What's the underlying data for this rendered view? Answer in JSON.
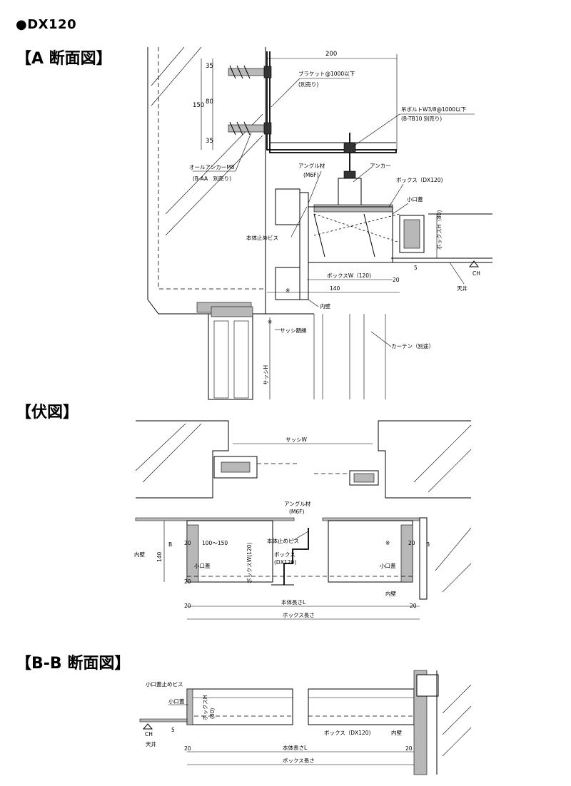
{
  "header": {
    "product": "●DX120",
    "section_a": "【A 断面図】",
    "section_plan": "【伏図】",
    "section_bb": "【B-B 断面図】"
  },
  "section_a": {
    "dim_200": "200",
    "dim_150": "150",
    "dim_35a": "35",
    "dim_80": "80",
    "dim_35b": "35",
    "bracket": "ブラケット@1000以下",
    "bracket_sub": "(別売り)",
    "bolt": "吊ボルトW3/8@1000以下",
    "bolt_sub": "(B-TB10 別売り)",
    "anchor_all": "オールアンカーM8",
    "anchor_all_sub": "(B-AA　別売り)",
    "angle": "アングル材",
    "angle_sub": "(M6F)",
    "anchor": "アンカー",
    "box": "ボックス（DX120)",
    "lid": "小口蓋",
    "screw": "本体止めビス",
    "boxH": "ボックスH（80)",
    "dim_5": "5",
    "ch": "CH",
    "boxW": "ボックスW（120)",
    "dim_20": "20",
    "dim_140": "140",
    "ceiling": "天井",
    "mark": "※",
    "inner_wall": "内壁",
    "sash_line": "サッシ額縁",
    "sashH": "サッシH",
    "curtain": "カーテン（別途）"
  },
  "plan": {
    "sashW": "サッシW",
    "angle": "アングル材",
    "angle_sub": "(M6F)",
    "screw": "本体止めビス",
    "box": "ボックス",
    "box_sub": "(DX120)",
    "range": "100～150",
    "boxW": "ボックスW(120)",
    "dim_20": "20",
    "dim_140": "140",
    "b_left": "B",
    "b_right": "B",
    "inner_wall_left": "内壁",
    "inner_wall_right": "内壁",
    "lid_left": "小口蓋",
    "lid_right": "小口蓋",
    "mark": "※",
    "bodyL": "本体長さL",
    "boxL": "ボックス長さ"
  },
  "section_bb": {
    "lid_screw": "小口蓋止めビス",
    "lid": "小口蓋",
    "boxH": "ボックスH",
    "boxH_sub": "(80)",
    "ch": "CH",
    "dim_5": "5",
    "ceiling": "天井",
    "box": "ボックス（DX120)",
    "inner_wall": "内壁",
    "dim_20": "20",
    "bodyL": "本体長さL",
    "boxL": "ボックス長さ"
  }
}
